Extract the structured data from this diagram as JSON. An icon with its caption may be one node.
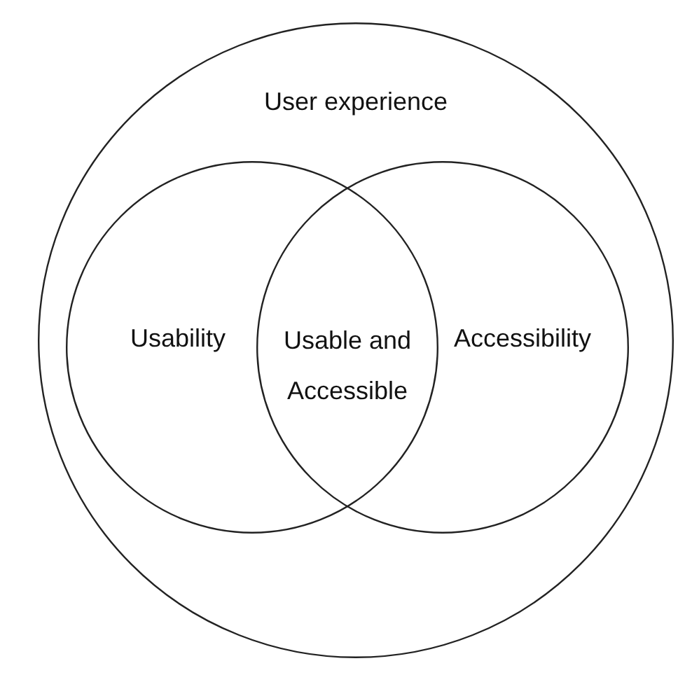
{
  "diagram": {
    "nodes": [
      {
        "text": [
          "User experience"
        ]
      },
      {
        "text": [
          "Usability"
        ],
        "in": 0
      },
      {
        "text": [
          "Accessibility"
        ],
        "in": 0
      }
    ],
    "labels": [
      "Usable and Accessible"
    ]
  }
}
